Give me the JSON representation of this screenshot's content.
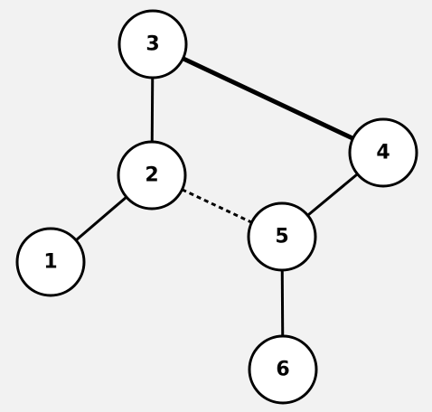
{
  "diagram": {
    "type": "undirected-graph",
    "colors": {
      "background": "#f2f2f2",
      "node_fill": "#ffffff",
      "stroke": "#000000"
    },
    "nodes": [
      {
        "id": "1",
        "label": "1"
      },
      {
        "id": "2",
        "label": "2"
      },
      {
        "id": "3",
        "label": "3"
      },
      {
        "id": "4",
        "label": "4"
      },
      {
        "id": "5",
        "label": "5"
      },
      {
        "id": "6",
        "label": "6"
      }
    ],
    "edges": [
      {
        "from": "3",
        "to": "4",
        "style": "thick"
      },
      {
        "from": "3",
        "to": "2",
        "style": "solid"
      },
      {
        "from": "2",
        "to": "1",
        "style": "solid"
      },
      {
        "from": "2",
        "to": "5",
        "style": "dashed"
      },
      {
        "from": "4",
        "to": "5",
        "style": "solid"
      },
      {
        "from": "5",
        "to": "6",
        "style": "solid"
      }
    ]
  }
}
